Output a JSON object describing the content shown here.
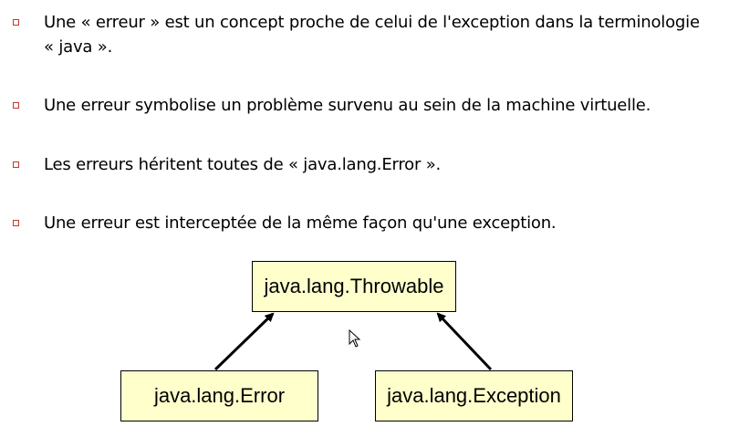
{
  "bullets": [
    {
      "text": "Une « erreur » est un concept proche de celui de l'exception dans la terminologie « java »."
    },
    {
      "text": "Une erreur symbolise un problème survenu au sein de la machine virtuelle."
    },
    {
      "text": "Les erreurs héritent toutes de « java.lang.Error  »."
    },
    {
      "text": "Une erreur est interceptée de la même façon qu'une exception."
    }
  ],
  "diagram": {
    "parent": {
      "label": "java.lang.Throwable"
    },
    "children": [
      {
        "label": "java.lang.Error"
      },
      {
        "label": "java.lang.Exception"
      }
    ],
    "box_fill": "#ffffcc",
    "bullet_color": "#c0392b"
  },
  "icons": {
    "cursor": "mouse-pointer-icon",
    "bullet": "square-bullet-icon"
  }
}
